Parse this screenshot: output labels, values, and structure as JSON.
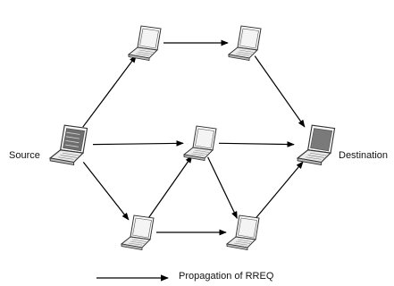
{
  "labels": {
    "source": "Source",
    "destination": "Destination",
    "legend": "Propagation of RREQ"
  },
  "colors": {
    "line": "#000000",
    "laptop_light": "#ffffff",
    "laptop_outline": "#333333",
    "screen": "#f4f4f4",
    "source_screen": "#6e6e6e",
    "destination_screen": "#7a7a7a"
  },
  "nodes": [
    {
      "id": "source",
      "kind": "source",
      "icon": "laptop-icon"
    },
    {
      "id": "top-left",
      "kind": "node",
      "icon": "laptop-icon"
    },
    {
      "id": "top-right",
      "kind": "node",
      "icon": "laptop-icon"
    },
    {
      "id": "middle",
      "kind": "node",
      "icon": "laptop-icon"
    },
    {
      "id": "bottom-left",
      "kind": "node",
      "icon": "laptop-icon"
    },
    {
      "id": "bottom-right",
      "kind": "node",
      "icon": "laptop-icon"
    },
    {
      "id": "destination",
      "kind": "destination",
      "icon": "laptop-icon"
    }
  ],
  "edges": [
    {
      "from": "source",
      "to": "top-left"
    },
    {
      "from": "source",
      "to": "middle"
    },
    {
      "from": "source",
      "to": "bottom-left"
    },
    {
      "from": "top-left",
      "to": "top-right"
    },
    {
      "from": "top-right",
      "to": "destination"
    },
    {
      "from": "middle",
      "to": "destination"
    },
    {
      "from": "bottom-left",
      "to": "middle"
    },
    {
      "from": "middle",
      "to": "bottom-right"
    },
    {
      "from": "bottom-left",
      "to": "bottom-right"
    },
    {
      "from": "bottom-right",
      "to": "destination"
    }
  ]
}
